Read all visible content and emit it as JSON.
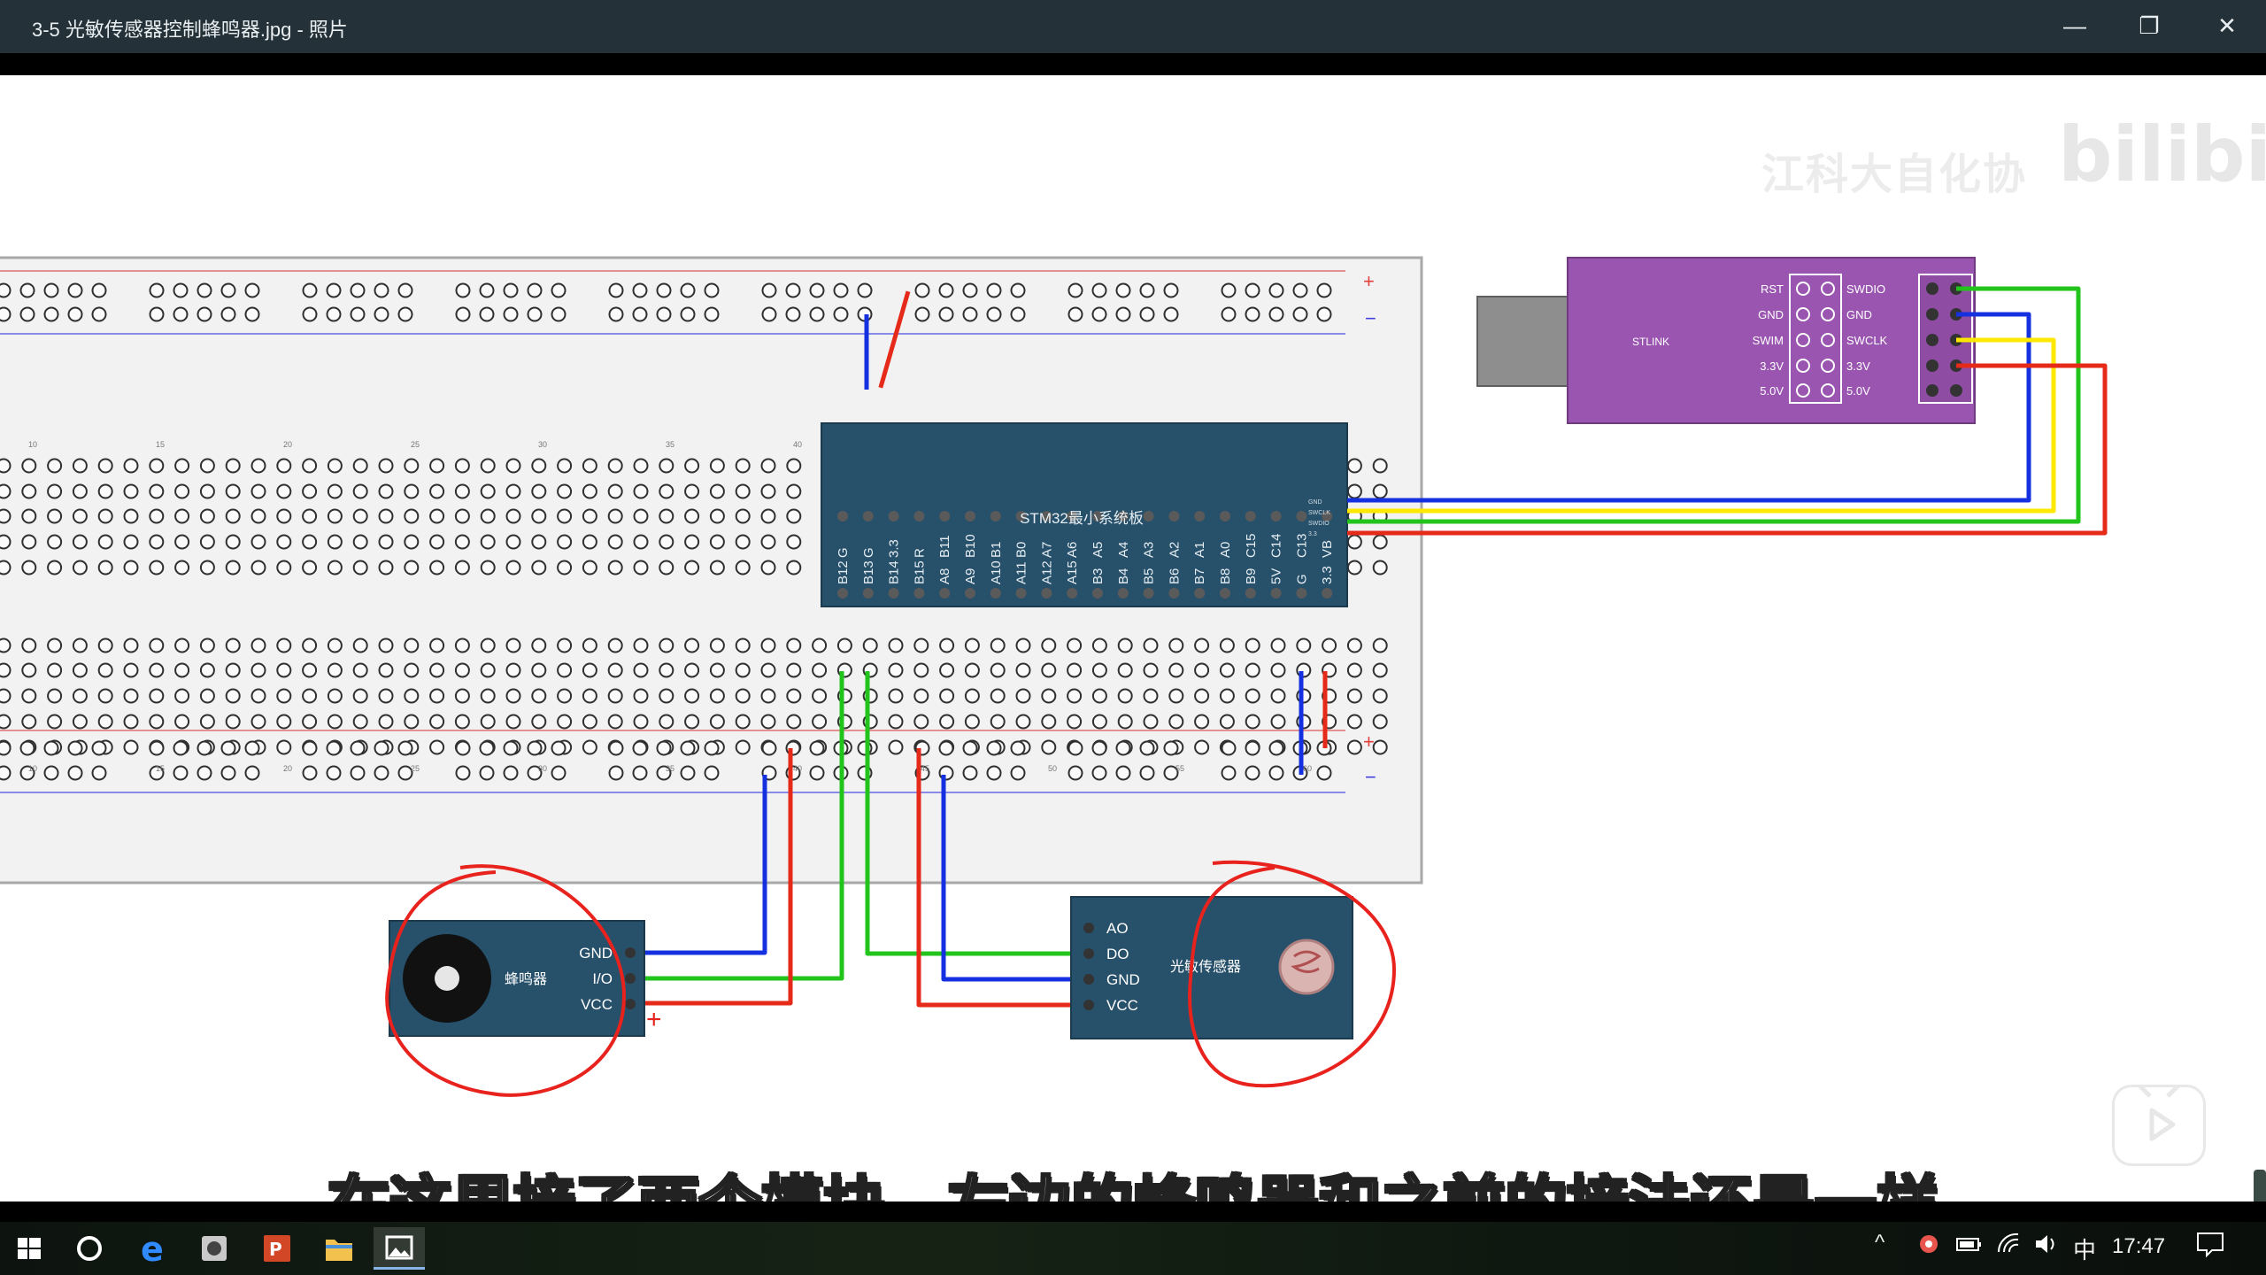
{
  "window": {
    "title": "3-5 光敏传感器控制蜂鸣器.jpg - 照片",
    "controls": {
      "minimize": "—",
      "maximize": "❐",
      "close": "✕"
    }
  },
  "overlay": {
    "watermark": "江科大自化协",
    "bili_logo": "bilibili",
    "subtitle": "在这里接了两个模块，左边的蜂鸣器和之前的接法还是一样"
  },
  "diagram": {
    "stlink": {
      "label": "STLINK",
      "left_pins": [
        "RST",
        "GND",
        "SWIM",
        "3.3V",
        "5.0V"
      ],
      "right_pins": [
        "SWDIO",
        "GND",
        "SWCLK",
        "3.3V",
        "5.0V"
      ]
    },
    "stm32": {
      "label": "STM32最小系统板",
      "top_pins": [
        "G",
        "G",
        "3.3",
        "R",
        "B11",
        "B10",
        "B1",
        "B0",
        "A7",
        "A6",
        "A5",
        "A4",
        "A3",
        "A2",
        "A1",
        "A0",
        "C15",
        "C14",
        "C13",
        "VB"
      ],
      "bottom_pins": [
        "B12",
        "B13",
        "B14",
        "B15",
        "A8",
        "A9",
        "A10",
        "A11",
        "A12",
        "A15",
        "B3",
        "B4",
        "B5",
        "B6",
        "B7",
        "B8",
        "B9",
        "5V",
        "G",
        "3.3"
      ],
      "side_pins": [
        "GND",
        "SWCLK",
        "SWDIO",
        "3.3"
      ]
    },
    "buzzer": {
      "label": "蜂鸣器",
      "pins": [
        "GND",
        "I/O",
        "VCC"
      ]
    },
    "light_sensor": {
      "label": "光敏传感器",
      "pins": [
        "AO",
        "DO",
        "GND",
        "VCC"
      ]
    },
    "rail_plus": "+",
    "rail_minus": "−",
    "annotation_plus": "+",
    "column_numbers": [
      "10",
      "15",
      "20",
      "25",
      "30",
      "35",
      "40",
      "45",
      "50",
      "55",
      "60"
    ]
  },
  "colors": {
    "wire_blue": "#1530e0",
    "wire_red": "#e52a1a",
    "wire_green": "#22c41c",
    "wire_yellow": "#ffe800",
    "pcb": "#27506a",
    "stlink": "#9a55b0",
    "annotation": "#e8221c"
  },
  "taskbar": {
    "icons": [
      "windows-start-icon",
      "cortana-icon",
      "edge-icon",
      "camera-app-icon",
      "powerpoint-icon",
      "file-explorer-icon",
      "photos-icon"
    ],
    "tray": {
      "chevron": "^",
      "ime": "中",
      "time": "17:47"
    }
  }
}
